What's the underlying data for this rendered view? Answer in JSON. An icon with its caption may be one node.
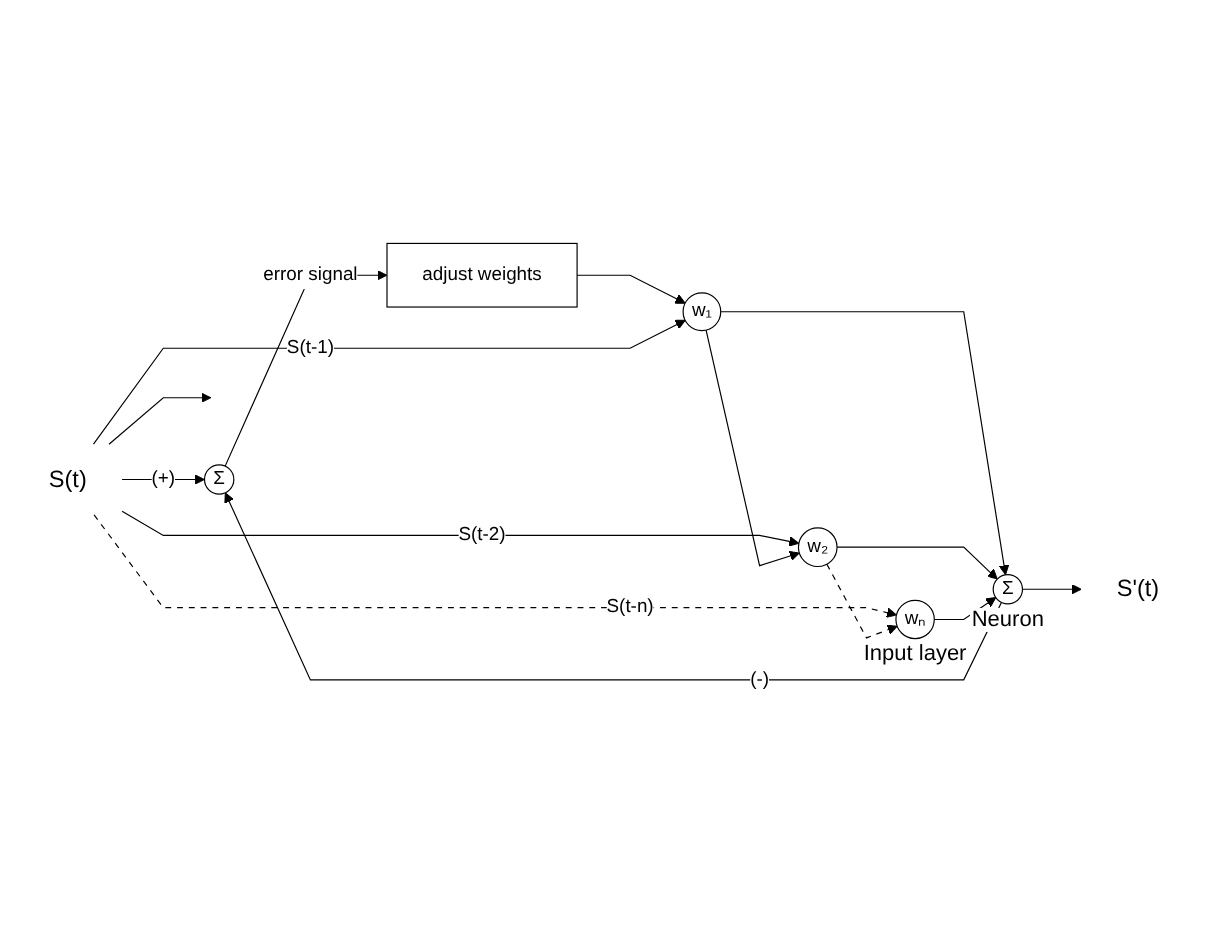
{
  "diagram": {
    "nodes": [
      {
        "text": [
          "S(t)"
        ]
      },
      {
        "text": [
          "Σ"
        ]
      },
      {
        "text": [
          "adjust weights"
        ]
      },
      {
        "text": [
          "w₁"
        ]
      },
      {
        "text": [
          "w₂"
        ]
      },
      {
        "text": [
          "wₙ"
        ],
        "beside": [
          "Input layer"
        ]
      },
      {
        "text": [
          "Σ"
        ],
        "beside": [
          "Neuron"
        ]
      },
      {
        "text": [
          "S'(t)"
        ]
      }
    ],
    "edges": [
      {
        "from": 0,
        "to": null,
        "arrow": "to"
      },
      {
        "from": 0,
        "to": 1,
        "arrow": "to",
        "label": "(+)"
      },
      {
        "from": 1,
        "to": 2,
        "arrow": "to",
        "label": "error signal"
      },
      {
        "from": 2,
        "to": 3,
        "arrow": "to"
      },
      {
        "from": 0,
        "to": 3,
        "arrow": "to",
        "label": "S(t-1)"
      },
      {
        "from": 0,
        "to": 4,
        "arrow": "to",
        "label": "S(t-2)"
      },
      {
        "from": 0,
        "to": 5,
        "arrow": "to",
        "label": "S(t-n)",
        "style": "dashed"
      },
      {
        "from": 3,
        "to": 4,
        "arrow": "to"
      },
      {
        "from": 4,
        "to": 5,
        "arrow": "to",
        "style": "dashed"
      },
      {
        "from": 3,
        "to": 6,
        "arrow": "to"
      },
      {
        "from": 4,
        "to": 6,
        "arrow": "to"
      },
      {
        "from": 5,
        "to": 6,
        "arrow": "to"
      },
      {
        "from": 6,
        "to": 7,
        "arrow": "to"
      },
      {
        "from": 6,
        "to": 1,
        "arrow": "to",
        "label": "(-)"
      }
    ]
  }
}
